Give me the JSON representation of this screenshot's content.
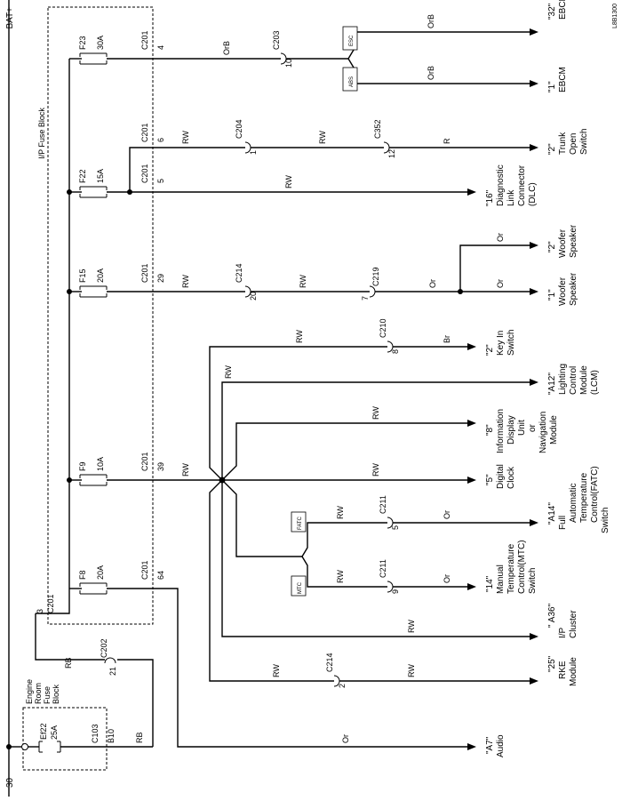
{
  "top_rail": {
    "label": "BAT+"
  },
  "bottom_rail": {
    "label": "30"
  },
  "diagram_code": "L8B1300",
  "ip_fuse_block": {
    "label": "I/P Fuse Block"
  },
  "engine_block": {
    "label": [
      "Engine",
      "Room",
      "Fuse",
      "Block"
    ],
    "fuse_id": "Ef22",
    "rating": "25A",
    "conn": "C103",
    "pin": "B10"
  },
  "fuses": [
    {
      "id": "F23",
      "rating": "30A",
      "conn": "C201",
      "pin": "4"
    },
    {
      "id": "F22",
      "rating": "15A",
      "conn_a": "C201",
      "pin_a": "6",
      "conn_b": "C201",
      "pin_b": "5"
    },
    {
      "id": "F15",
      "rating": "20A",
      "conn": "C201",
      "pin": "29"
    },
    {
      "id": "F9",
      "rating": "10A",
      "conn": "C201",
      "pin": "39"
    },
    {
      "id": "F8",
      "rating": "20A",
      "conn": "C201",
      "pin": "64"
    }
  ],
  "feed": {
    "conn": "C201",
    "pin": "3",
    "wire": "RB",
    "splice": "C202",
    "splice_pin": "21",
    "wire2": "RB"
  },
  "wires": {
    "orb1": "OrB",
    "orb2": "OrB",
    "orb3": "OrB",
    "rw": "RW",
    "r": "R",
    "or": "Or",
    "br": "Br"
  },
  "connectors": {
    "c203": {
      "id": "C203",
      "pin": "10"
    },
    "c204": {
      "id": "C204",
      "pin": "1"
    },
    "c352": {
      "id": "C352",
      "pin": "12"
    },
    "c214a": {
      "id": "C214",
      "pin": "20"
    },
    "c219": {
      "id": "C219",
      "pin": "7"
    },
    "c210": {
      "id": "C210",
      "pin": "8"
    },
    "c211a": {
      "id": "C211",
      "pin": "5"
    },
    "c211b": {
      "id": "C211",
      "pin": "9"
    },
    "c214b": {
      "id": "C214",
      "pin": "2"
    }
  },
  "options": {
    "esc": "ESC",
    "abs": "ABS",
    "fatc": "FATC",
    "mtc": "MTC"
  },
  "components": [
    {
      "pin": "\"32\"",
      "lines": [
        "EBCM"
      ]
    },
    {
      "pin": "\"1\"",
      "lines": [
        "EBCM"
      ]
    },
    {
      "pin": "\"2\"",
      "lines": [
        "Trunk",
        "Open",
        "Switch"
      ]
    },
    {
      "pin": "\"16\"",
      "lines": [
        "Diagnostic",
        "Link",
        "Connector",
        "(DLC)"
      ]
    },
    {
      "pin": "\"2\"",
      "lines": [
        "Woofer",
        "Speaker"
      ]
    },
    {
      "pin": "\"1\"",
      "lines": [
        "Woofer",
        "Speaker"
      ]
    },
    {
      "pin": "\"2\"",
      "lines": [
        "Key In",
        "Switch"
      ]
    },
    {
      "pin": "\"A12\"",
      "lines": [
        "Lighting",
        "Control",
        "Module",
        "(LCM)"
      ]
    },
    {
      "pin": "\"8\"",
      "lines": [
        "Information",
        "Display",
        "Unit",
        "or",
        "Navigation",
        "Module"
      ]
    },
    {
      "pin": "\"5\"",
      "lines": [
        "Digital",
        "Clock"
      ]
    },
    {
      "pin": "\"A14\"",
      "lines": [
        "Full",
        "Automatic",
        "Temperature",
        "Control(FATC)",
        "Switch"
      ]
    },
    {
      "pin": "\"14\"",
      "lines": [
        "Manual",
        "Temperature",
        "Control(MTC)",
        "Switch"
      ]
    },
    {
      "pin": "\" A36\"",
      "lines": [
        "I/P",
        "Cluster"
      ]
    },
    {
      "pin": "\"25\"",
      "lines": [
        "RKE",
        "Module"
      ]
    },
    {
      "pin": "\"A7\"",
      "lines": [
        "Audio"
      ]
    }
  ]
}
